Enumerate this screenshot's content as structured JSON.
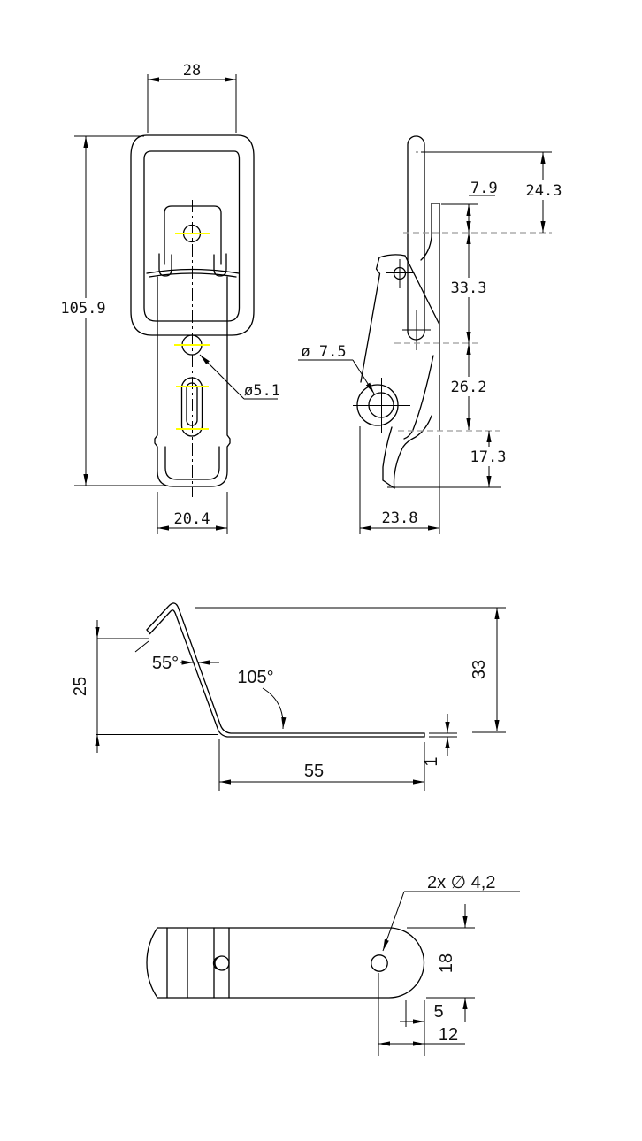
{
  "front_view": {
    "top_width": "28",
    "height": "105.9",
    "bottom_width": "20.4",
    "hole_dia": "ø5.1"
  },
  "side_view": {
    "lip_height": "7.9",
    "top_height": "24.3",
    "mid_height": "33.3",
    "pivot_hole_dia": "ø 7.5",
    "lower_height": "26.2",
    "tail_height": "17.3",
    "depth": "23.8"
  },
  "hook_view": {
    "tip_angle": "55°",
    "bend_angle": "105°",
    "height": "25",
    "total_height": "33",
    "base_length": "55",
    "thickness": "1"
  },
  "plate_view": {
    "holes_note": "2x ∅ 4,2",
    "width": "18",
    "edge_distance": "5",
    "hole_distance": "12"
  },
  "colors": {
    "line": "#000000",
    "highlight": "#ffff00",
    "reference": "#9c9c9c",
    "background": "#ffffff"
  }
}
